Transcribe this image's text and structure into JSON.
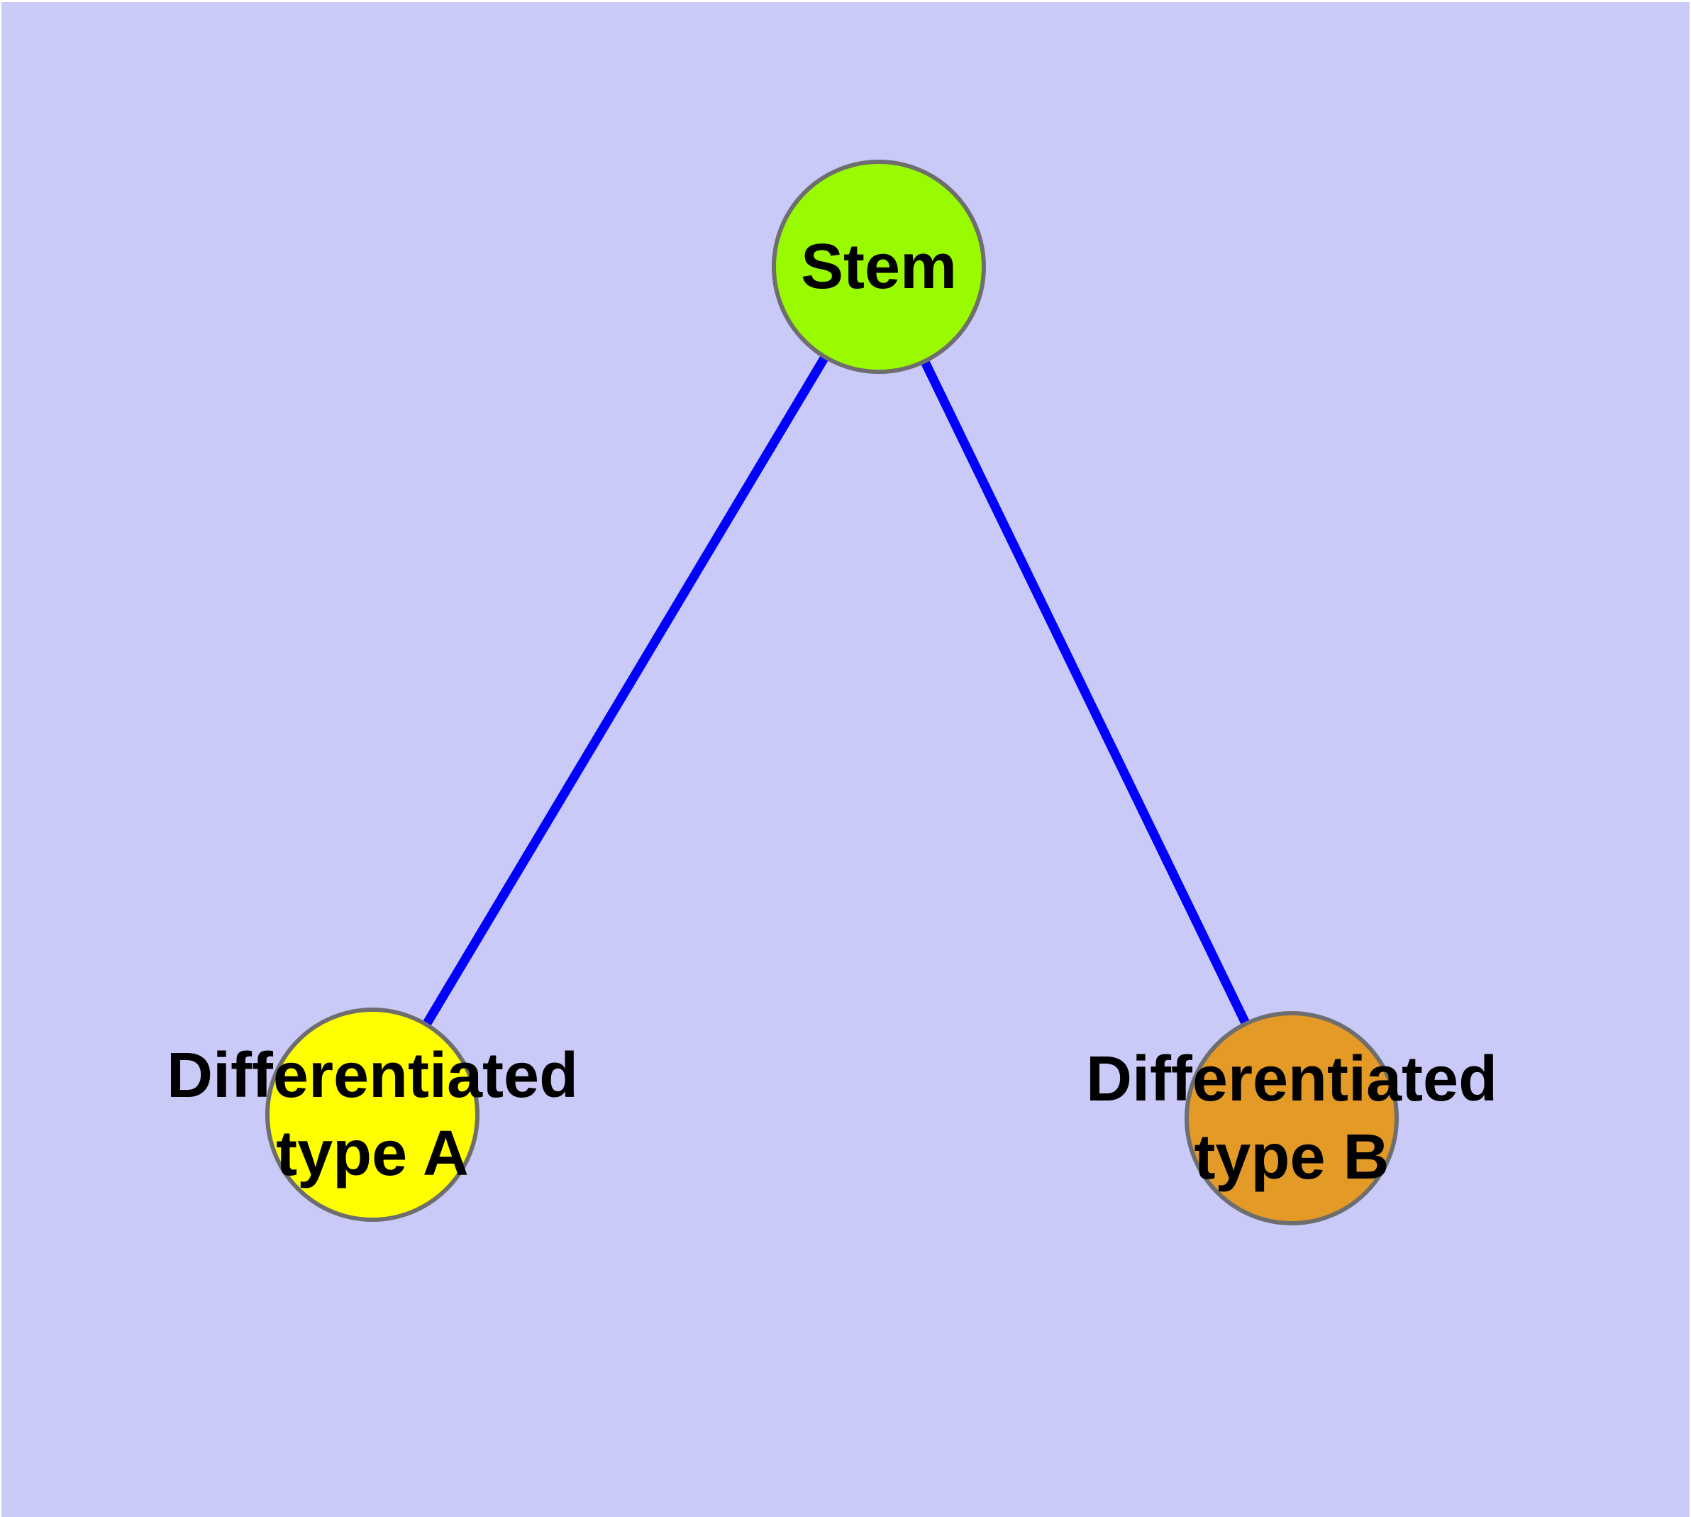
{
  "diagram": {
    "type": "graph",
    "nodes": {
      "stem": {
        "label": "Stem",
        "fill": "#9AFA00"
      },
      "type_a": {
        "line1": "Differentiated",
        "line2": "type A",
        "fill": "#FFFF00"
      },
      "type_b": {
        "line1": "Differentiated",
        "line2": "type B",
        "fill": "#E39A27"
      }
    },
    "edges": [
      {
        "from": "Stem",
        "to": "Differentiated type A"
      },
      {
        "from": "Stem",
        "to": "Differentiated type B"
      }
    ]
  },
  "colors": {
    "background": "#CACAF8",
    "page-margin": "#FFFFFF",
    "node-border": "#6E6E6E",
    "edge": "#0000FC",
    "label": "#000000"
  }
}
